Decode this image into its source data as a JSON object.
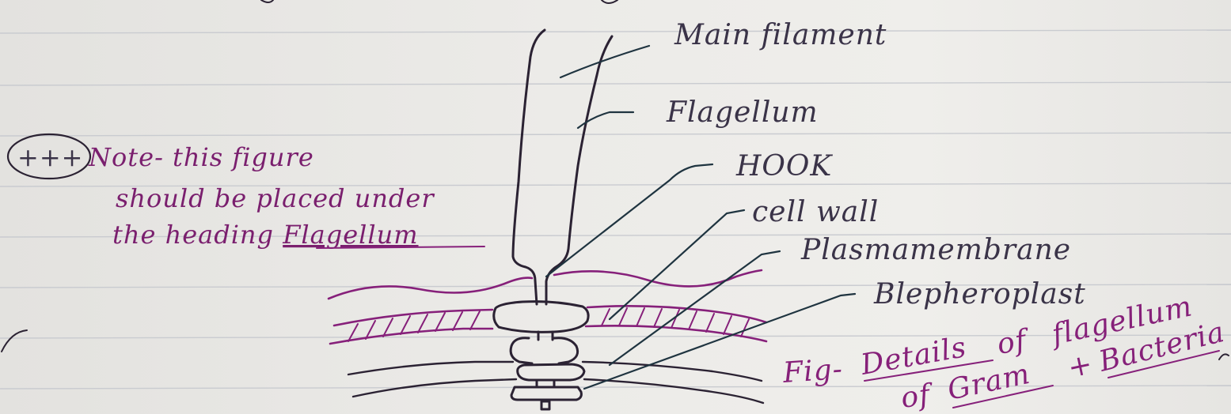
{
  "labels": {
    "main_filament": "Main filament",
    "flagellum": "Flagellum",
    "hook": "HOOK",
    "cell_wall": "cell wall",
    "plasma_membrane": "Plasmamembrane",
    "blepharoplast": "Blepheroplast"
  },
  "note": {
    "marker": "+++",
    "line1": "Note- this figure",
    "line2": "should be placed under",
    "line3_prefix": "the heading ",
    "line3_heading": "Flagellum"
  },
  "caption": {
    "prefix": "Fig-",
    "details": "Details",
    "of1": "of",
    "flagellum": "flagellum",
    "of2": "of",
    "gram": "Gram",
    "plus": "+",
    "bacteria": "Bacteria"
  },
  "colors": {
    "paper": "#ecebe8",
    "pencil_ink": "#2b2233",
    "purple_ink": "#86207a",
    "teal_ink": "#1f3440",
    "ruling": "#c9cbd0"
  }
}
